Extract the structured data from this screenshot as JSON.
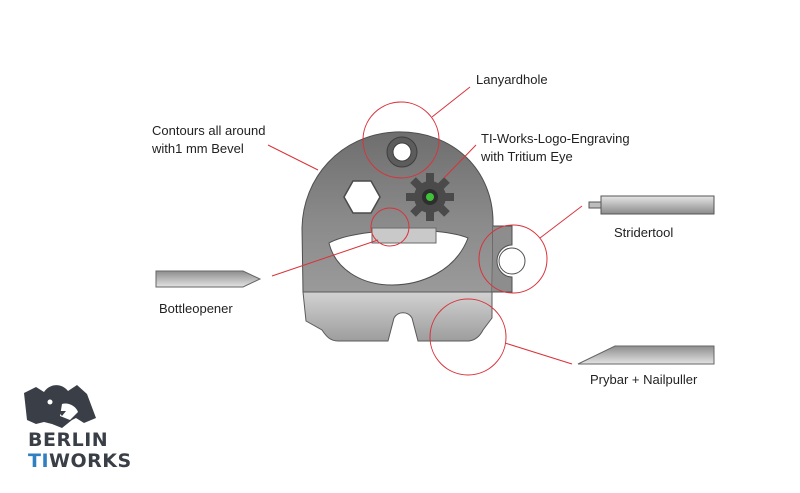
{
  "labels": {
    "lanyard_hole": "Lanyardhole",
    "contours_line1": "Contours all around",
    "contours_line2": "with1 mm Bevel",
    "logo_line1": "TI-Works-Logo-Engraving",
    "logo_line2": "with Tritium Eye",
    "strider_tool": "Stridertool",
    "bottle_opener": "Bottleopener",
    "prybar": "Prybar + Nailpuller"
  },
  "brand": {
    "line1": "BERLIN",
    "line2_a": "TI",
    "line2_b": "WORKS"
  },
  "colors": {
    "callout": "#d9323a",
    "tool_dark": "#7a7a7a",
    "tool_light": "#c8c8c8",
    "tritium": "#3fc23a",
    "brand_accent": "#2f7fc1",
    "brand_dark": "#3a3f47"
  },
  "icons": {
    "logo": "bear-head-icon",
    "engraving": "gear-icon",
    "hex": "hex-socket-icon"
  }
}
